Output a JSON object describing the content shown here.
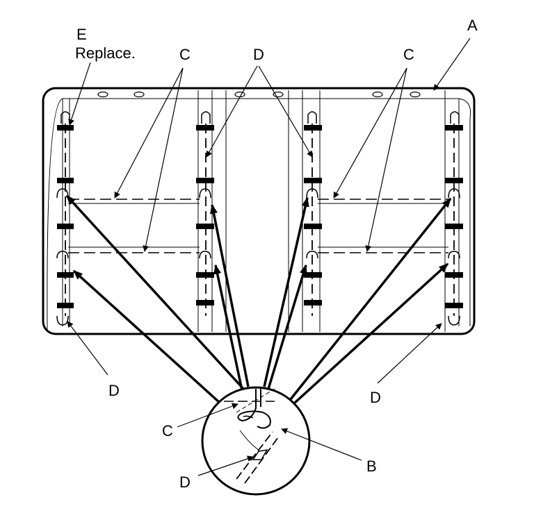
{
  "labels": {
    "a": "A",
    "b": "B",
    "c_top_left": "C",
    "c_top_right": "C",
    "c_detail": "C",
    "d_top": "D",
    "d_bottom_left": "D",
    "d_bottom_right": "D",
    "d_detail": "D",
    "e_letter": "E",
    "e_note": "Replace."
  },
  "colors": {
    "line": "#000000",
    "background": "#ffffff"
  }
}
